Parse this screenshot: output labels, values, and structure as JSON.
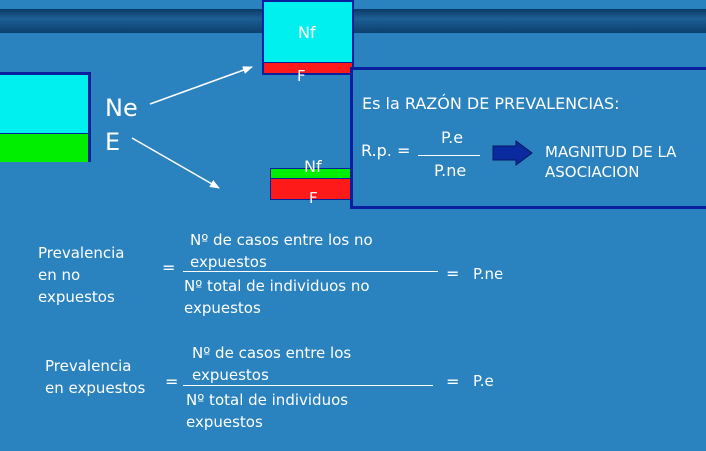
{
  "diagram": {
    "top_group": {
      "unaffected_label": "Nf",
      "affected_label": "F"
    },
    "left_group": {
      "label_line1": "Ne",
      "label_line2": "E"
    },
    "lower_group": {
      "unaffected_label": "Nf",
      "affected_label": "F"
    }
  },
  "callout": {
    "title": "Es la RAZÓN DE PREVALENCIAS:",
    "rp_label": "R.p. =",
    "numerator": "P.e",
    "denominator": "P.ne",
    "result_line1": "MAGNITUD DE LA",
    "result_line2": "ASOCIACION"
  },
  "formula_unexposed": {
    "label_line1": "Prevalencia",
    "label_line2": "en no",
    "label_line3": "expuestos",
    "equals": "=",
    "numerator_line1": "Nº de casos entre los no",
    "numerator_line2": "expuestos",
    "denominator_line1": "Nº total de individuos no",
    "denominator_line2": "expuestos",
    "result_equals": "=",
    "result": "P.ne"
  },
  "formula_exposed": {
    "label_line1": "Prevalencia",
    "label_line2": "en expuestos",
    "equals": "=",
    "numerator_line1": "Nº de casos entre los",
    "numerator_line2": "expuestos",
    "denominator_line1": "Nº total de individuos",
    "denominator_line2": "expuestos",
    "result_equals": "=",
    "result": "P.e"
  },
  "colors": {
    "background": "#2a82bf",
    "cyan": "#00f0f0",
    "green": "#00ee00",
    "red": "#ff1a1a",
    "border_blue": "#0a1f9e",
    "arrow_blue": "#0a2aa0"
  }
}
